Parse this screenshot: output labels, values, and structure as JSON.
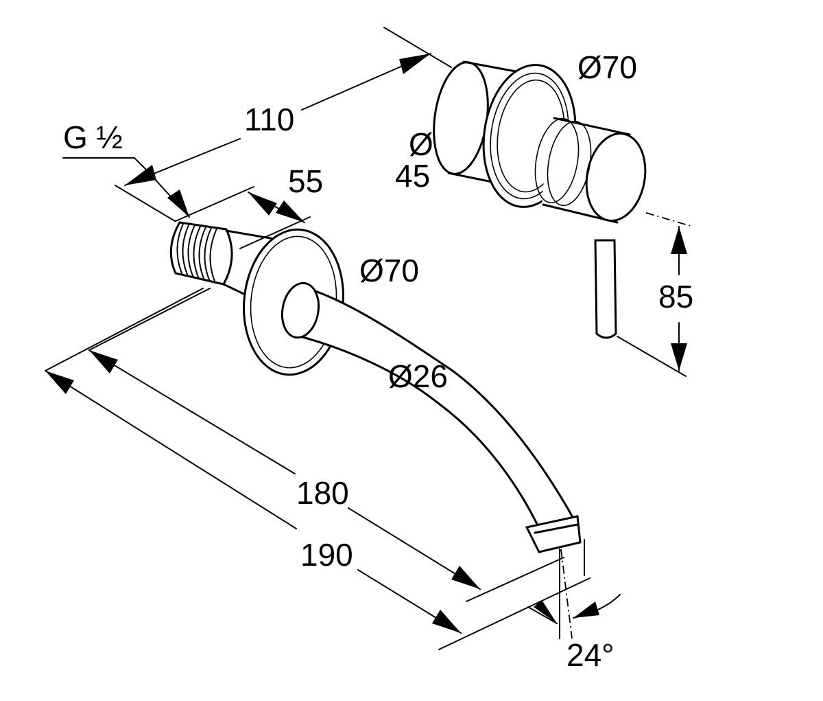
{
  "dimensions": {
    "thread": "G ½",
    "offset_110": "110",
    "length_55": "55",
    "rosette_spout_diameter": "Ø70",
    "rosette_mixer_diameter": "Ø70",
    "body_diameter_symbol": "Ø",
    "body_diameter_value": "45",
    "lever_height": "85",
    "spout_diameter": "Ø26",
    "projection_180": "180",
    "projection_190": "190",
    "outlet_angle": "24°"
  },
  "colors": {
    "line": "#000000",
    "background": "#ffffff"
  }
}
